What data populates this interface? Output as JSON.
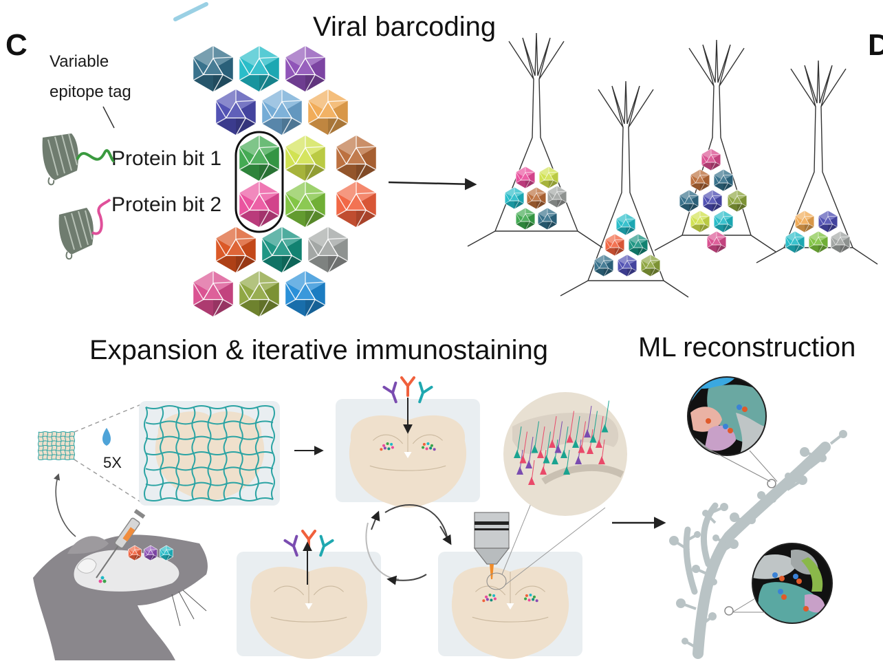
{
  "panel_labels": {
    "left": "C",
    "right": "D"
  },
  "headings": {
    "viral": "Viral barcoding",
    "expansion": "Expansion & iterative immunostaining",
    "ml": "ML reconstruction"
  },
  "labels": {
    "variable": "Variable",
    "epitope": "epitope tag",
    "bit1": "Protein bit 1",
    "bit2": "Protein bit 2",
    "expansion_factor": "5X"
  },
  "colors": {
    "bit1": "#3a9a3f",
    "bit2": "#e0509a",
    "grid": "#2aa3a3",
    "tissue": "#efe0cc",
    "panel_bg": "#e9eef1",
    "mouse": "#8a878c",
    "dendrite": "#b9c3c5"
  },
  "virus_palette": [
    "#2f6b86",
    "#1fb9c6",
    "#8a4cb4",
    "#4a4ab0",
    "#6ea8d4",
    "#f0a850",
    "#3aa54a",
    "#cfe04a",
    "#b86a36",
    "#e94a9a",
    "#7cc23c",
    "#f0603c",
    "#d9501c",
    "#14907e",
    "#9ea2a0",
    "#d84a8c",
    "#8aa23a",
    "#1f8ad6"
  ]
}
